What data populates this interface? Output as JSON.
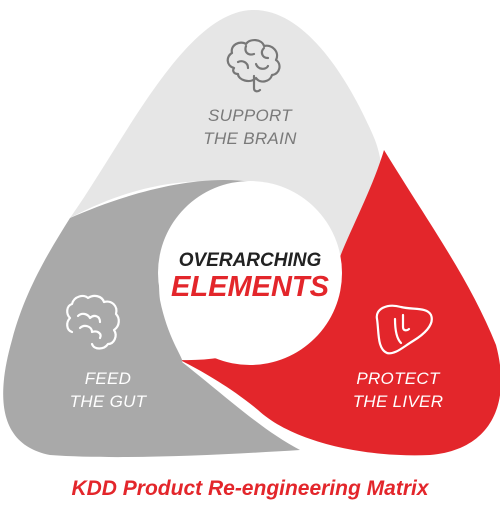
{
  "diagram": {
    "center": {
      "line1": "OVERARCHING",
      "line2": "ELEMENTS"
    },
    "segments": [
      {
        "line1": "SUPPORT",
        "line2": "THE BRAIN",
        "icon": "brain-icon",
        "color": "#e6e6e6",
        "text_color": "#7a7a7a"
      },
      {
        "line1": "PROTECT",
        "line2": "THE LIVER",
        "icon": "liver-icon",
        "color": "#e3262b",
        "text_color": "#ffffff"
      },
      {
        "line1": "FEED",
        "line2": "THE GUT",
        "icon": "intestine-icon",
        "color": "#a9a9a9",
        "text_color": "#ffffff"
      }
    ],
    "center_colors": {
      "line1": "#222222",
      "line2": "#e3262b"
    }
  },
  "footer": {
    "title": "KDD Product Re-engineering Matrix",
    "color": "#e3262b"
  }
}
